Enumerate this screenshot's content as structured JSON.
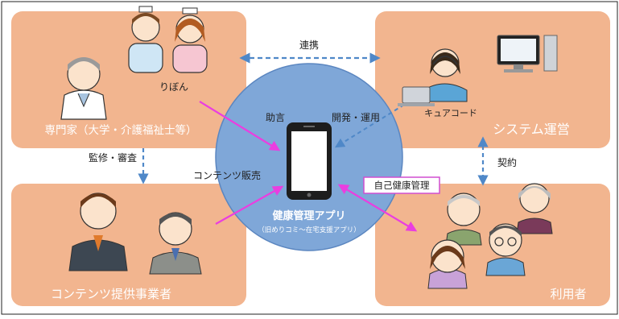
{
  "panels": {
    "experts": "専門家（大学・介護福祉士等）",
    "system": "システム運営",
    "providers": "コンテンツ提供事業者",
    "users": "利用者"
  },
  "labels": {
    "ribbon": "りぼん",
    "cure_code": "キュアコード",
    "collaboration": "連携",
    "advice": "助言",
    "development": "開発・運用",
    "supervision": "監修・審査",
    "contract": "契約",
    "content_sales": "コンテンツ販売",
    "self_health": "自己健康管理"
  },
  "center": {
    "title": "健康管理アプリ",
    "subtitle": "（旧めりコミ〜在宅支援アプリ）"
  },
  "colors": {
    "panel": "#f2b58f",
    "circle": "#7fa7d8",
    "circle_edge": "#5b86c0",
    "pink_arrow": "#ea3ee0",
    "blue_arrow": "#4f88c8",
    "badge_border": "#d04fd0"
  }
}
